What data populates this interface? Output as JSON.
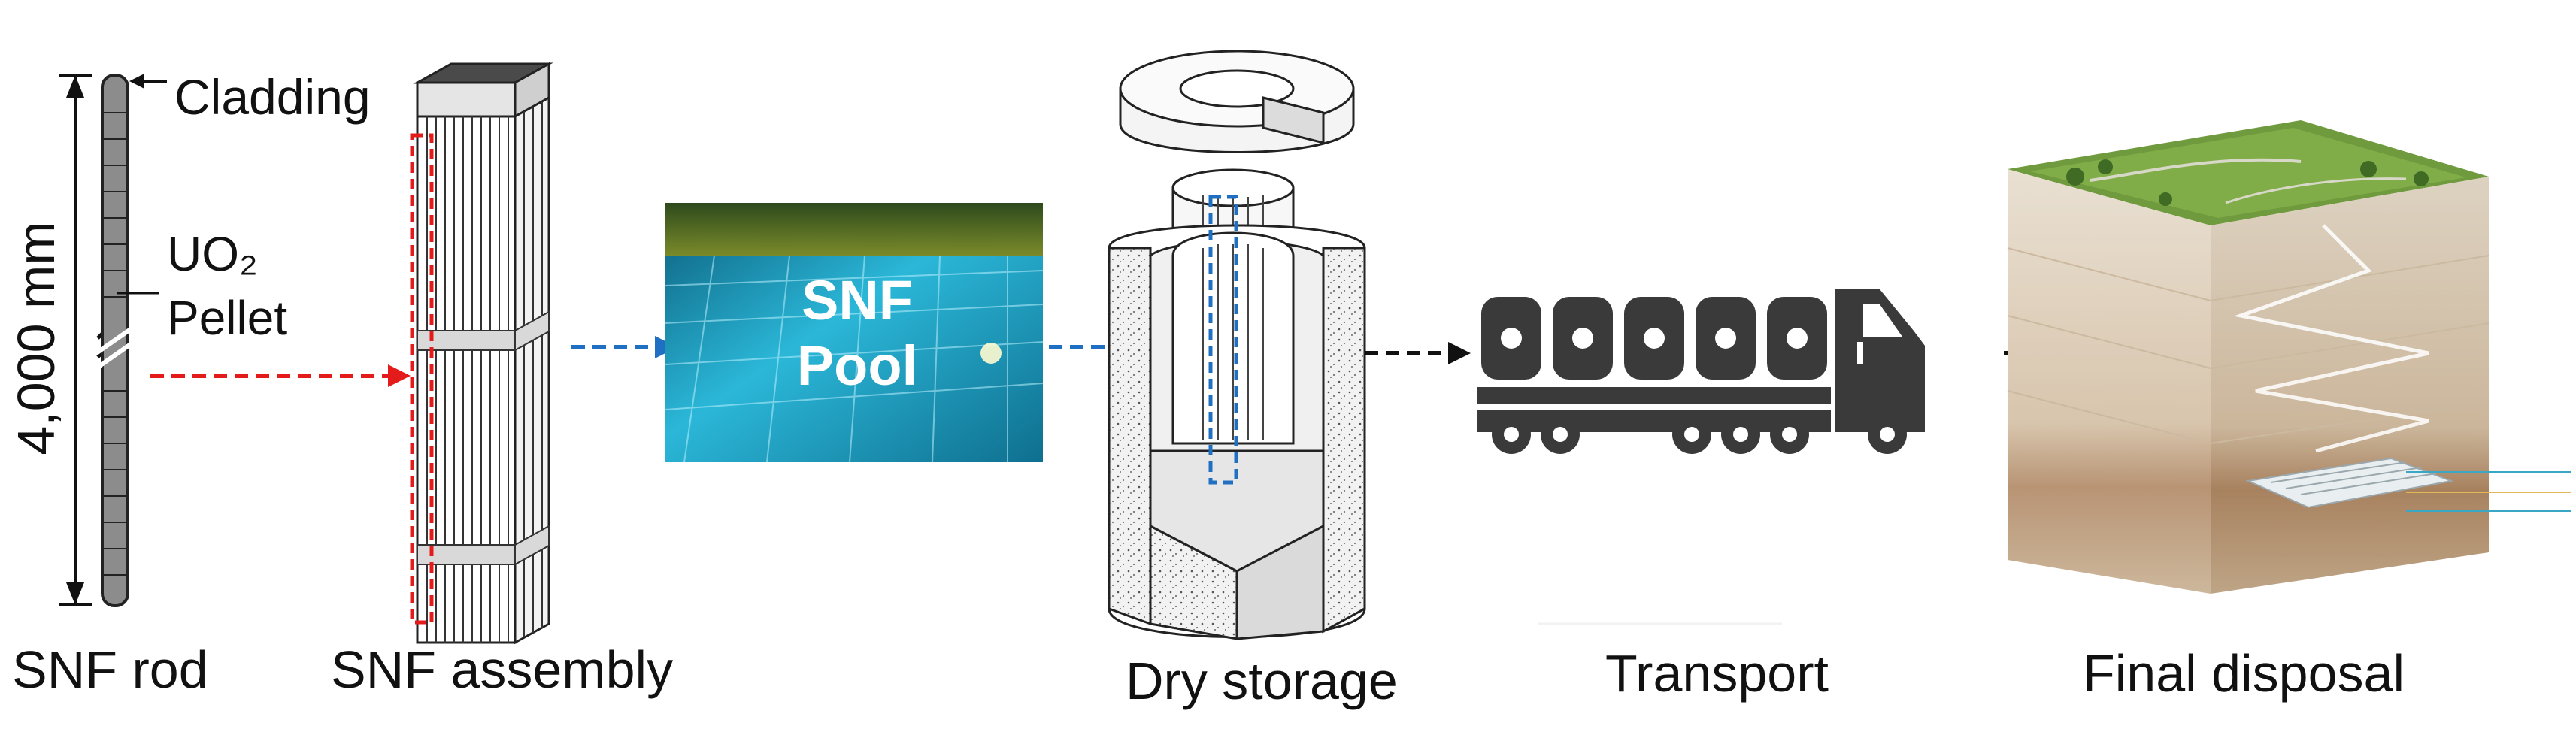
{
  "rod": {
    "length": "4,000 mm",
    "cladding": "Cladding",
    "pellet_line1": "UO₂",
    "pellet_line2": "Pellet"
  },
  "stages": {
    "rod": "SNF rod",
    "assembly": "SNF assembly",
    "pool_line1": "SNF",
    "pool_line2": "Pool",
    "dry_storage": "Dry storage",
    "transport": "Transport",
    "final_disposal": "Final disposal"
  },
  "colors": {
    "red_dash": "#e31b1b",
    "blue_dash": "#1f6fc2",
    "black_dash": "#111111",
    "pool_water": "#1aa7c9",
    "truck": "#3a3a3a"
  }
}
